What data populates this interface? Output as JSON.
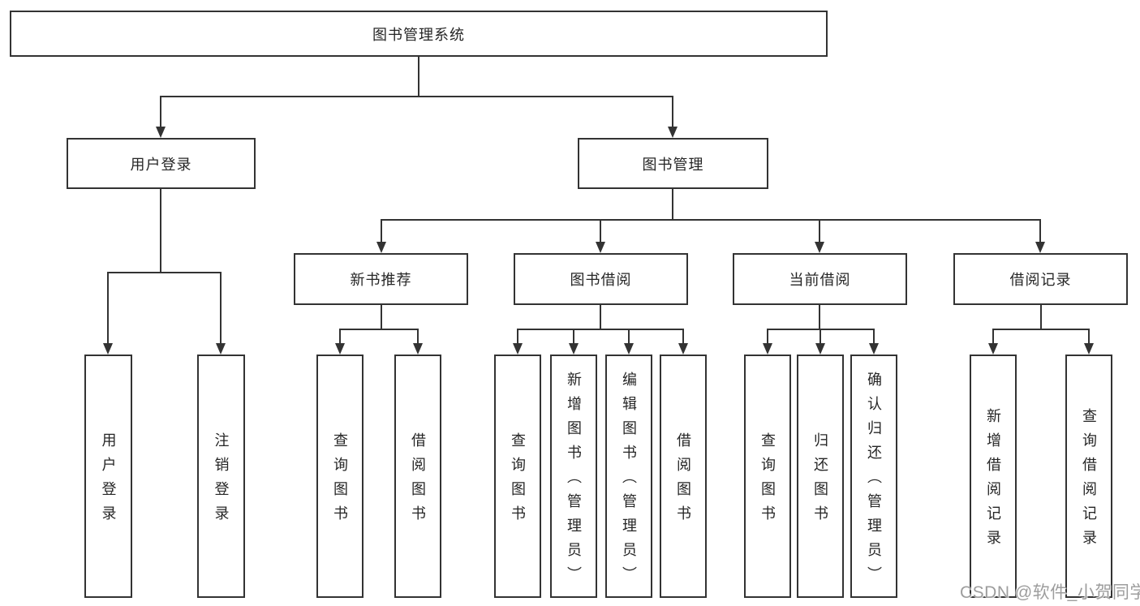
{
  "colors": {
    "line": "#333333",
    "border": "#333333",
    "text": "#262626",
    "watermark": "#9d9d9d",
    "background": "#ffffff"
  },
  "watermark": {
    "text": "CSDN @软件_小贺同学"
  },
  "tree": {
    "label": "图书管理系统",
    "children": [
      {
        "label": "用户登录",
        "children": [
          {
            "label": "用户登录"
          },
          {
            "label": "注销登录"
          }
        ]
      },
      {
        "label": "图书管理",
        "children": [
          {
            "label": "新书推荐",
            "children": [
              {
                "label": "查询图书"
              },
              {
                "label": "借阅图书"
              }
            ]
          },
          {
            "label": "图书借阅",
            "children": [
              {
                "label": "查询图书"
              },
              {
                "label": "新增图书（管理员）"
              },
              {
                "label": "编辑图书（管理员）"
              },
              {
                "label": "借阅图书"
              }
            ]
          },
          {
            "label": "当前借阅",
            "children": [
              {
                "label": "查询图书"
              },
              {
                "label": "归还图书"
              },
              {
                "label": "确认归还（管理员）"
              }
            ]
          },
          {
            "label": "借阅记录",
            "children": [
              {
                "label": "新增借阅记录"
              },
              {
                "label": "查询借阅记录"
              }
            ]
          }
        ]
      }
    ]
  }
}
